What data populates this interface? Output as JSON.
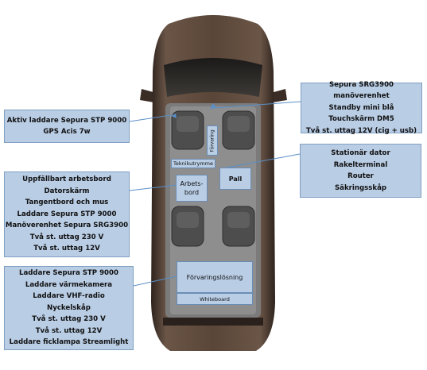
{
  "callouts": {
    "driver": [
      "Aktiv laddare Sepura STP 9000",
      "GPS Acis 7w"
    ],
    "front_right": [
      "Sepura SRG3900 manöverenhet",
      "Standby mini blå",
      "Touchskärm DM5",
      "Två st. uttag 12V (cig + usb)"
    ],
    "work_desk": [
      "Uppfällbart arbetsbord",
      "Datorskärm",
      "Tangentbord och mus",
      "Laddare Sepura STP 9000",
      "Manöverenhet Sepura SRG3900",
      "Två st. uttag 230 V",
      "Två st. uttag 12V"
    ],
    "pallet": [
      "Stationär dator",
      "Rakelterminal",
      "Router",
      "Säkringsskåp"
    ],
    "rear": [
      "Laddare Sepura STP 9000",
      "Laddare värmekamera",
      "Laddare VHF-radio",
      "Nyckelskåp",
      "Två st. uttag 230 V",
      "Två st. uttag 12V",
      "Laddare ficklampa Streamlight"
    ]
  },
  "zones": {
    "forvaring": "Förvaring",
    "teknikutrymme": "Teknikutrymme",
    "arbetsbord": "Arbets-\nbord",
    "pall": "Pall",
    "forvaringslosning": "Förvaringslösning",
    "whiteboard": "Whiteboard"
  },
  "colors": {
    "callout_fill": "#b9cde5",
    "van_body": "#4a3a30",
    "leader_line": "#5b8fc7"
  }
}
